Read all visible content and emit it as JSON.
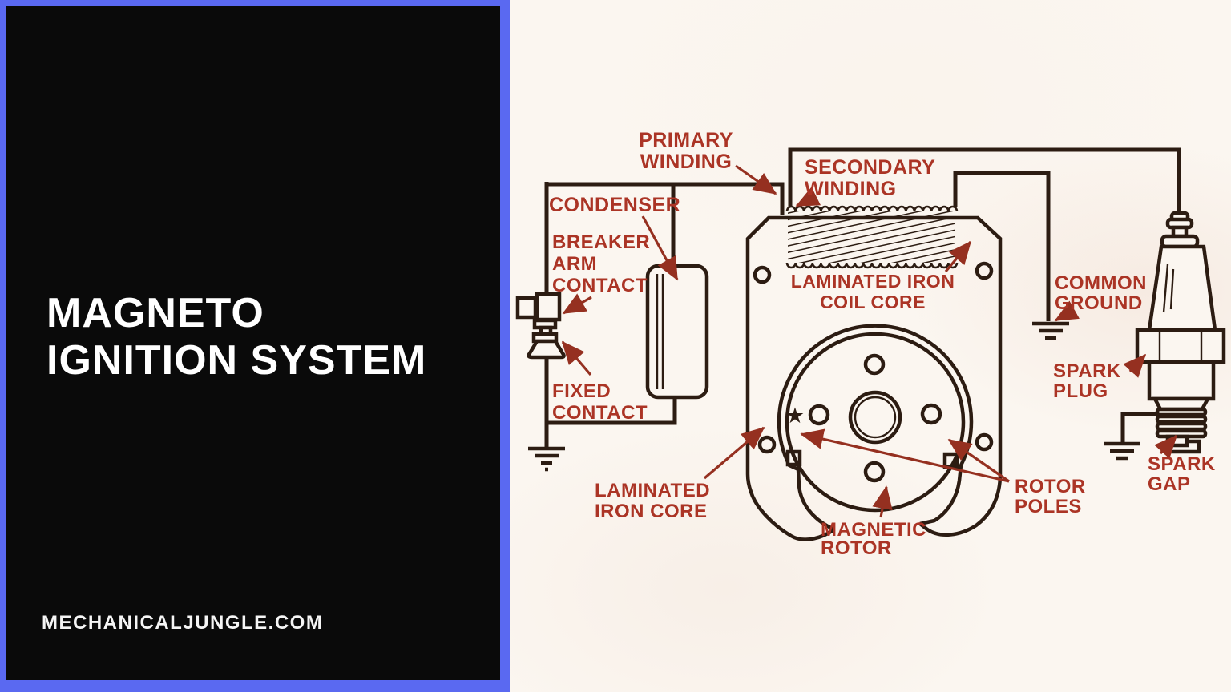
{
  "left_panel": {
    "title_line1": "MAGNETO",
    "title_line2": "IGNITION SYSTEM",
    "website": "MECHANICALJUNGLE.COM",
    "background_color": "#0a0a0a",
    "border_color": "#5a69f1",
    "text_color": "#ffffff"
  },
  "diagram": {
    "paper_color": "#fbf6f0",
    "line_color": "#2c1c12",
    "label_color": "#ab3425",
    "arrow_color": "#953020",
    "labels": {
      "primary_winding": {
        "l1": "PRIMARY",
        "l2": "WINDING"
      },
      "secondary_winding": {
        "l1": "SECONDARY",
        "l2": "WINDING"
      },
      "condenser": {
        "l1": "CONDENSER"
      },
      "breaker_arm_contact": {
        "l1": "BREAKER",
        "l2": "ARM",
        "l3": "CONTACT"
      },
      "fixed_contact": {
        "l1": "FIXED",
        "l2": "CONTACT"
      },
      "laminated_iron_coil_core": {
        "l1": "LAMINATED IRON",
        "l2": "COIL CORE"
      },
      "common_ground": {
        "l1": "COMMON",
        "l2": "GROUND"
      },
      "spark_plug": {
        "l1": "SPARK",
        "l2": "PLUG"
      },
      "spark_gap": {
        "l1": "SPARK",
        "l2": "GAP"
      },
      "laminated_iron_core": {
        "l1": "LAMINATED",
        "l2": "IRON CORE"
      },
      "magnetic_rotor": {
        "l1": "MAGNETIC",
        "l2": "ROTOR"
      },
      "rotor_poles": {
        "l1": "ROTOR",
        "l2": "POLES"
      }
    },
    "symbols": {
      "rotor_pole_marker": "★"
    }
  }
}
